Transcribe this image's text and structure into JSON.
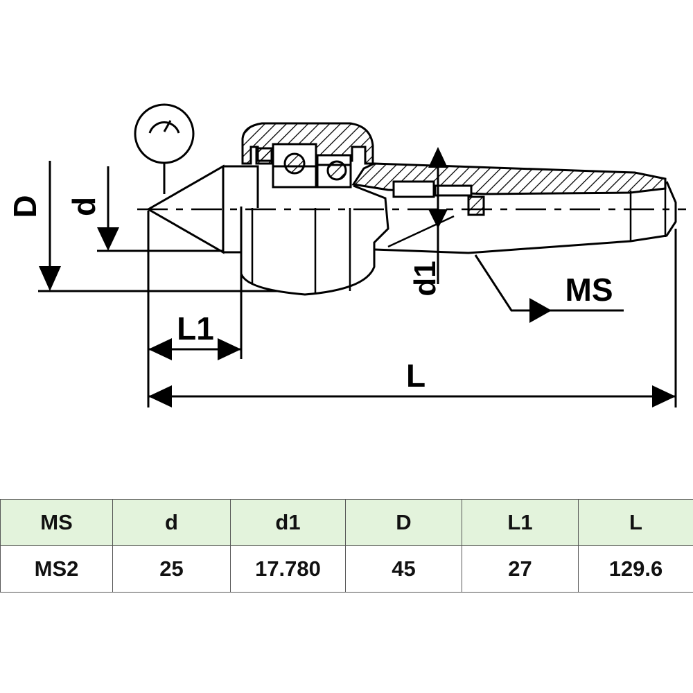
{
  "diagram": {
    "labels": {
      "D": "D",
      "d": "d",
      "d1": "d1",
      "MS": "MS",
      "L1": "L1",
      "L": "L"
    }
  },
  "table": {
    "headers": [
      "MS",
      "d",
      "d1",
      "D",
      "L1",
      "L"
    ],
    "rows": [
      [
        "MS2",
        "25",
        "17.780",
        "45",
        "27",
        "129.6"
      ]
    ]
  }
}
